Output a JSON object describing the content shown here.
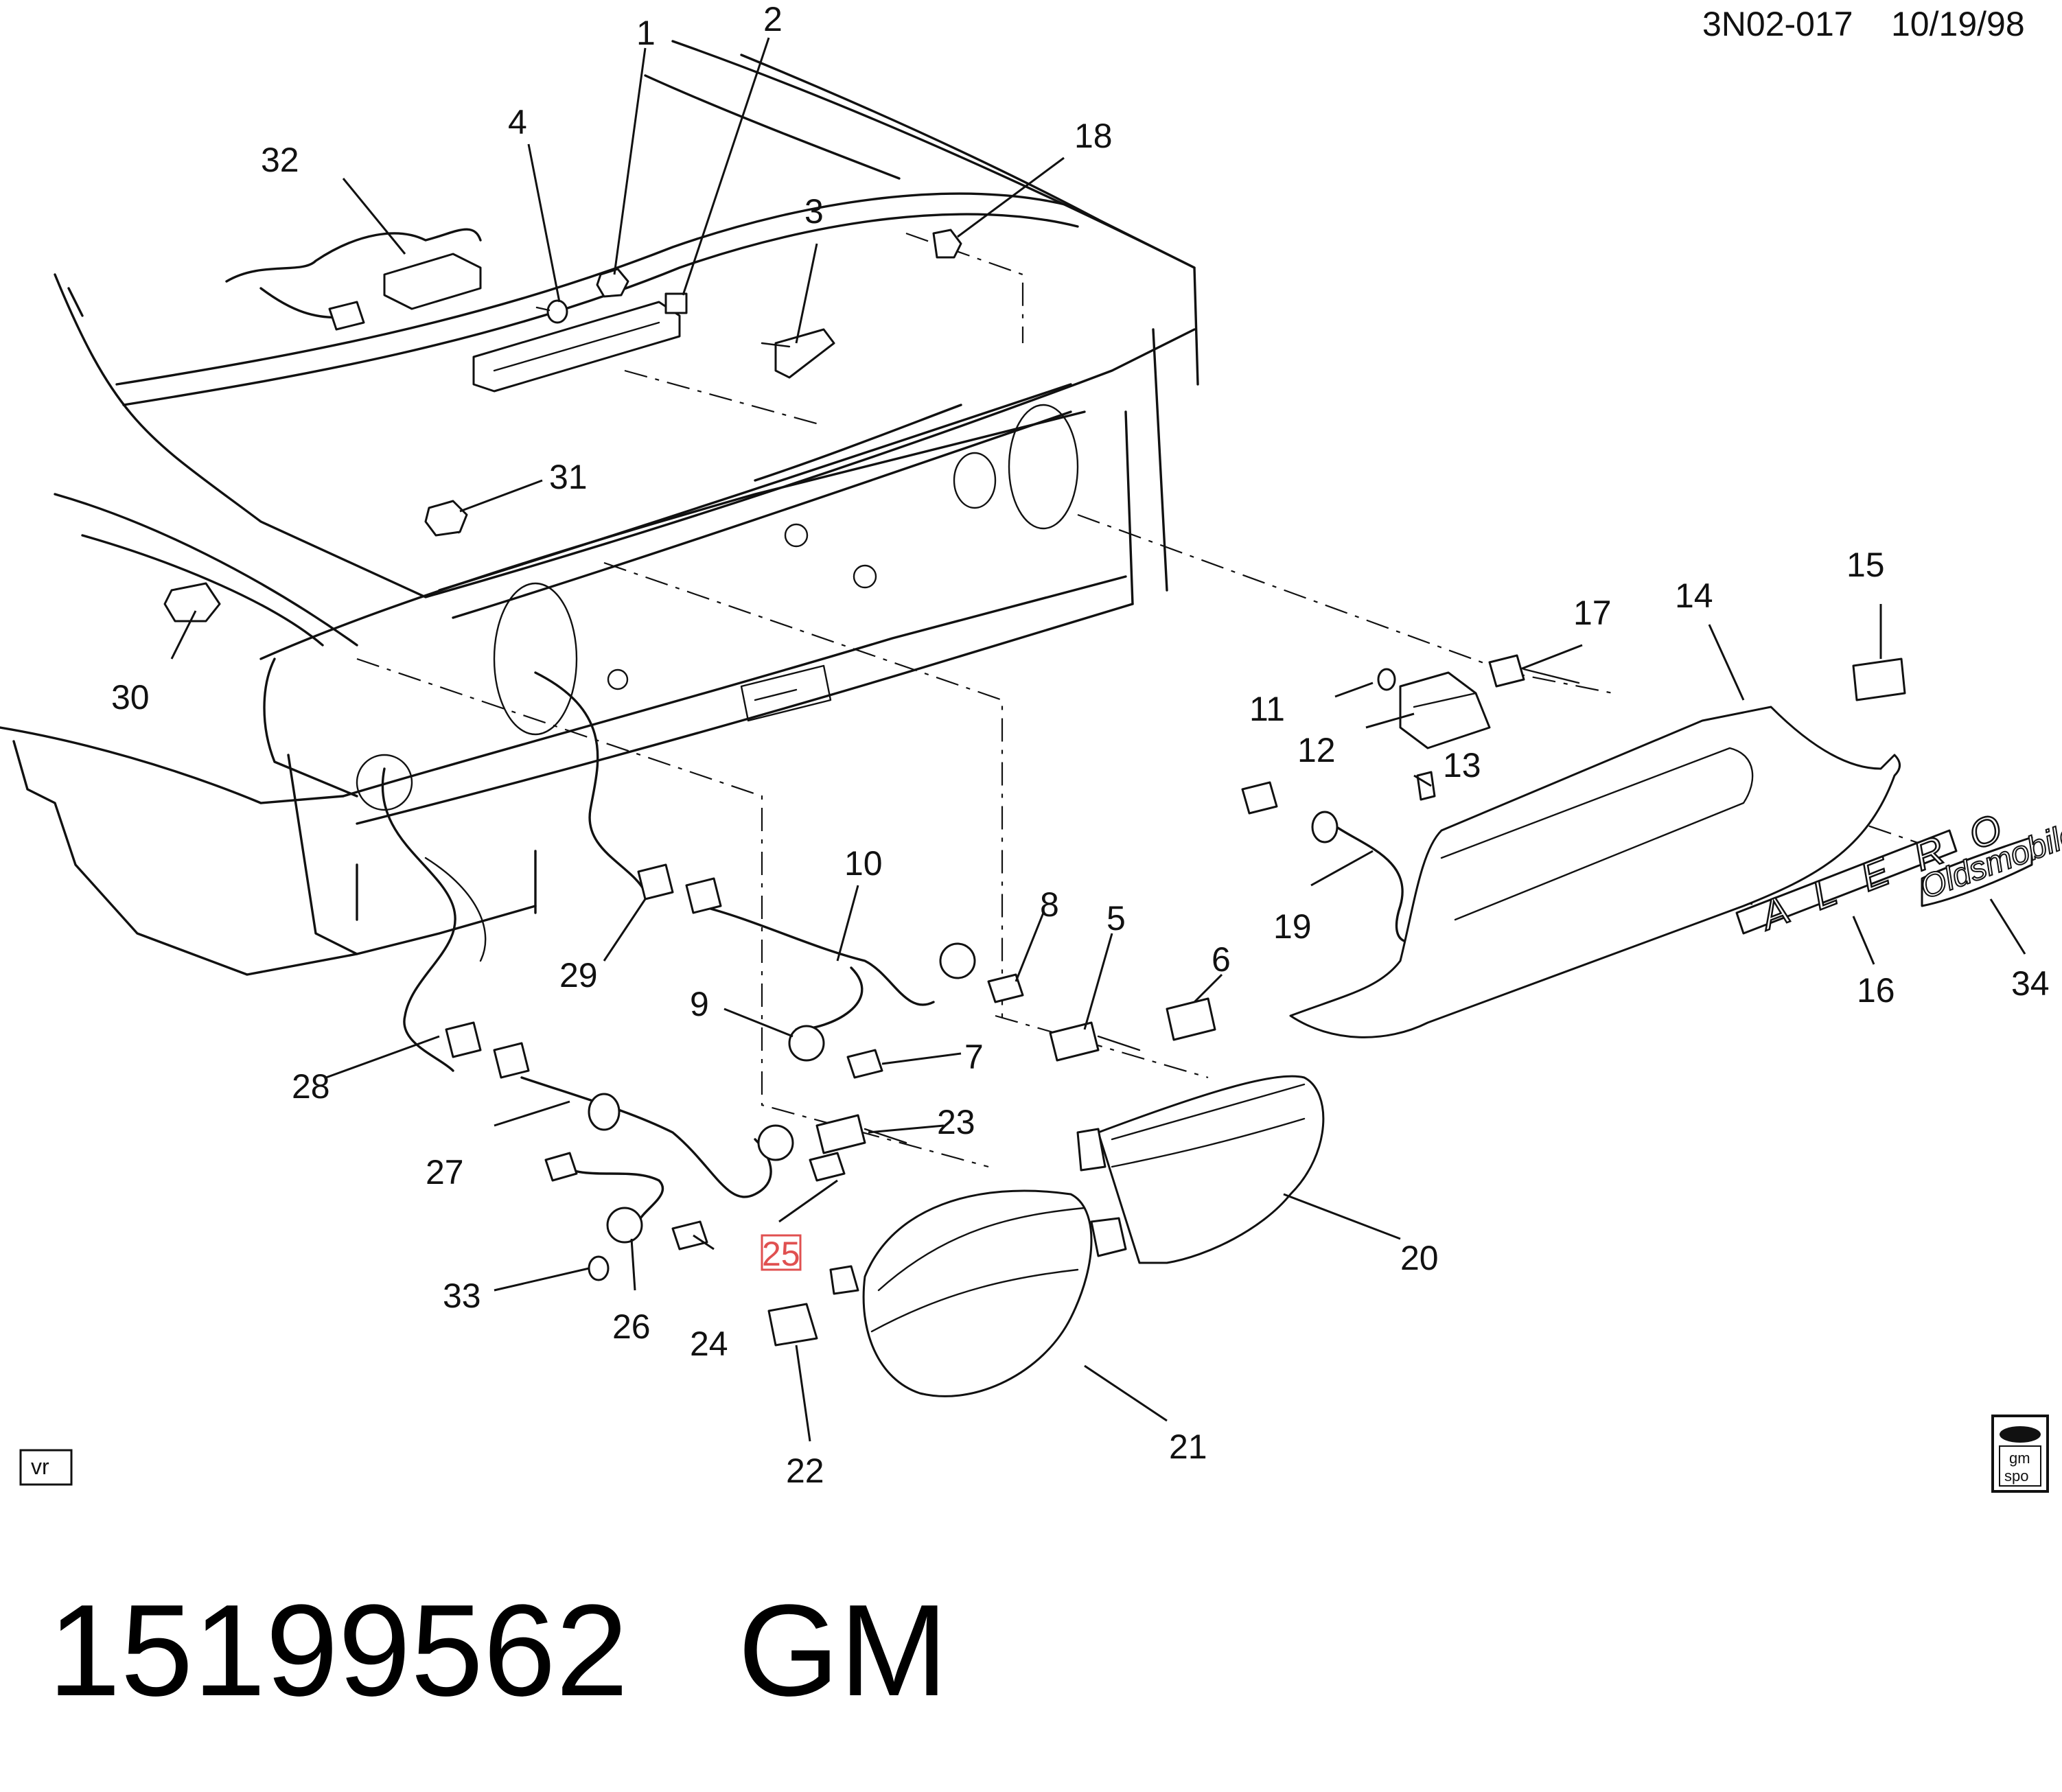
{
  "header": {
    "drawing_code": "3N02-017",
    "date": "10/19/98"
  },
  "part_number": "15199562",
  "brand": "GM",
  "corner_tag": "vr",
  "logo": {
    "line1": "gm",
    "line2": "spo"
  },
  "emblems": {
    "alero": "A L E R O",
    "oldsmobile": "Oldsmobile"
  },
  "callouts": {
    "c1": "1",
    "c2": "2",
    "c3": "3",
    "c4": "4",
    "c5": "5",
    "c6": "6",
    "c7": "7",
    "c8": "8",
    "c9": "9",
    "c10": "10",
    "c11": "11",
    "c12": "12",
    "c13": "13",
    "c14": "14",
    "c15": "15",
    "c16": "16",
    "c17": "17",
    "c18": "18",
    "c19": "19",
    "c20": "20",
    "c21": "21",
    "c22": "22",
    "c23": "23",
    "c24": "24",
    "c25": "25",
    "c26": "26",
    "c27": "27",
    "c28": "28",
    "c29": "29",
    "c30": "30",
    "c31": "31",
    "c32": "32",
    "c33": "33",
    "c34": "34"
  },
  "highlighted_callout": "25",
  "highlight_color": "#e05050"
}
